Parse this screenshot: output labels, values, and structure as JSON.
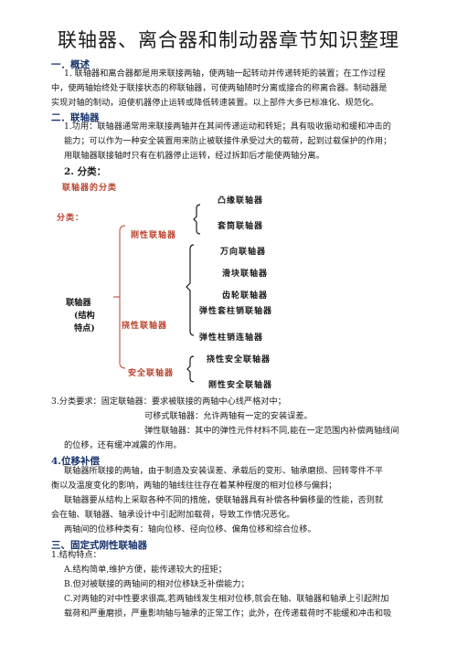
{
  "title": "联轴器、离合器和制动器章节知识整理",
  "s1": {
    "heading": "一．概述",
    "lines": [
      "1. 联轴器和离合器都是用来联接两轴，使两轴一起转动并传递转矩的装置；在工作过程",
      "中，使两轴始终处于联接状态的称联轴器，可使两轴随时分离或接合的称离合器。制动器是",
      "实现对轴的制动，迫使机器停止运转或降低转速装置。以上部件大多已标准化、规范化。"
    ]
  },
  "s2": {
    "heading": "二．联轴器",
    "lines": [
      "1.功用：联轴器通常用来联接两轴并在其间传递运动和转矩；具有吸收振动和缓和冲击的",
      "能力；可以作为一种安全装置用来防止被联接件承受过大的载荷，起到过载保护的作用；",
      "用联轴器联接轴时只有在机器停止运转，经过拆卸后才能使两轴分离。"
    ],
    "sub2": "2. 分类："
  },
  "diagram": {
    "header": "联轴器的分类",
    "fenlei": "分类：",
    "root": [
      "联轴器",
      "(结构",
      "特点)"
    ],
    "rigid": "刚性联轴器",
    "rigid_items": [
      "凸缘联轴器",
      "套筒联轴器"
    ],
    "flex": "挠性联轴器",
    "flex_items": [
      "万向联轴器",
      "滑块联轴器",
      "齿轮联轴器",
      "弹性套柱销联轴器",
      "弹性柱销连轴器"
    ],
    "safe": "安全联轴器",
    "safe_items": [
      "挠性安全联轴器",
      "刚性安全联轴器"
    ]
  },
  "s3": {
    "line1": "3.分类要求：固定联轴器：要求被联接的两轴中心线严格对中；",
    "line2": "可移式联轴器：允许两轴有一定的安装误差。",
    "line3": "弹性联轴器：其中的弹性元件材料不同,能在一定范围内补偿两轴线间",
    "line4": "的位移，还有缓冲减震的作用。"
  },
  "s4": {
    "heading": "4.位移补偿",
    "lines": [
      "联轴器所联接的两轴，由于制造及安装误差、承载后的变形、轴承磨损、回转零件不平",
      "衡以及温度变化的影响，两轴的轴线往往存在着某种程度的相对位移与偏斜；",
      "联轴器要从结构上采取各种不同的措施，使联轴器具有补偿各种偏移量的性能，否则就",
      "会在轴、联轴器、轴承设计中引起附加载荷，导致工作情况恶化。",
      "两轴间的位移种类有：轴向位移、径向位移、偏角位移和综合位移。"
    ]
  },
  "s5": {
    "heading": "三、固定式刚性联轴器",
    "sub": "1.结构特点：",
    "lines": [
      "A.结构简单,维护方便，能传递较大的扭矩；",
      "B.但对被联接的两轴间的相对位移缺乏补偿能力；",
      "C.对两轴的对中性要求很高,若两轴线发生相对位移,就会在轴、联轴器和轴承上引起附加",
      "载荷和严重磨损，严重影响轴与轴承的正常工作；此外，在传递载荷时不能缓和冲击和吸"
    ]
  }
}
